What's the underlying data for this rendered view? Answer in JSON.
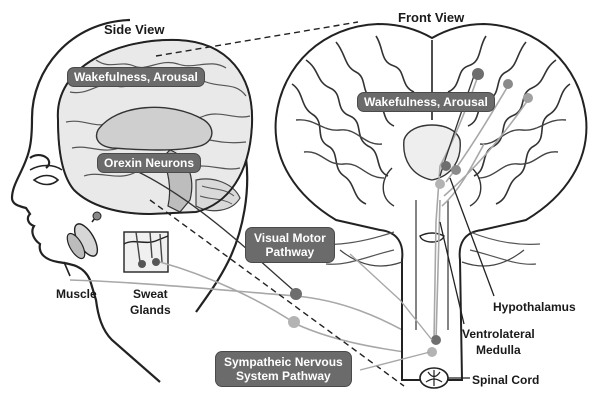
{
  "titles": {
    "side_view": "Side View",
    "front_view": "Front View"
  },
  "boxes": {
    "wakefulness_side": "Wakefulness, Arousal",
    "orexin": "Orexin Neurons",
    "wakefulness_front": "Wakefulness, Arousal",
    "visual_motor_1": "Visual Motor",
    "visual_motor_2": "Pathway",
    "sympathetic_1": "Sympatheic Nervous",
    "sympathetic_2": "System Pathway"
  },
  "labels": {
    "muscle": "Muscle",
    "sweat_1": "Sweat",
    "sweat_2": "Glands",
    "hypothalamus": "Hypothalamus",
    "ventrolateral_1": "Ventrolateral",
    "ventrolateral_2": "Medulla",
    "spinal_cord": "Spinal Cord"
  },
  "colors": {
    "label_box": "#6b6b6b",
    "line": "#222222",
    "pathway_light": "#a8a8a8",
    "node_dark": "#6e6e6e",
    "node_light": "#b3b3b3"
  }
}
